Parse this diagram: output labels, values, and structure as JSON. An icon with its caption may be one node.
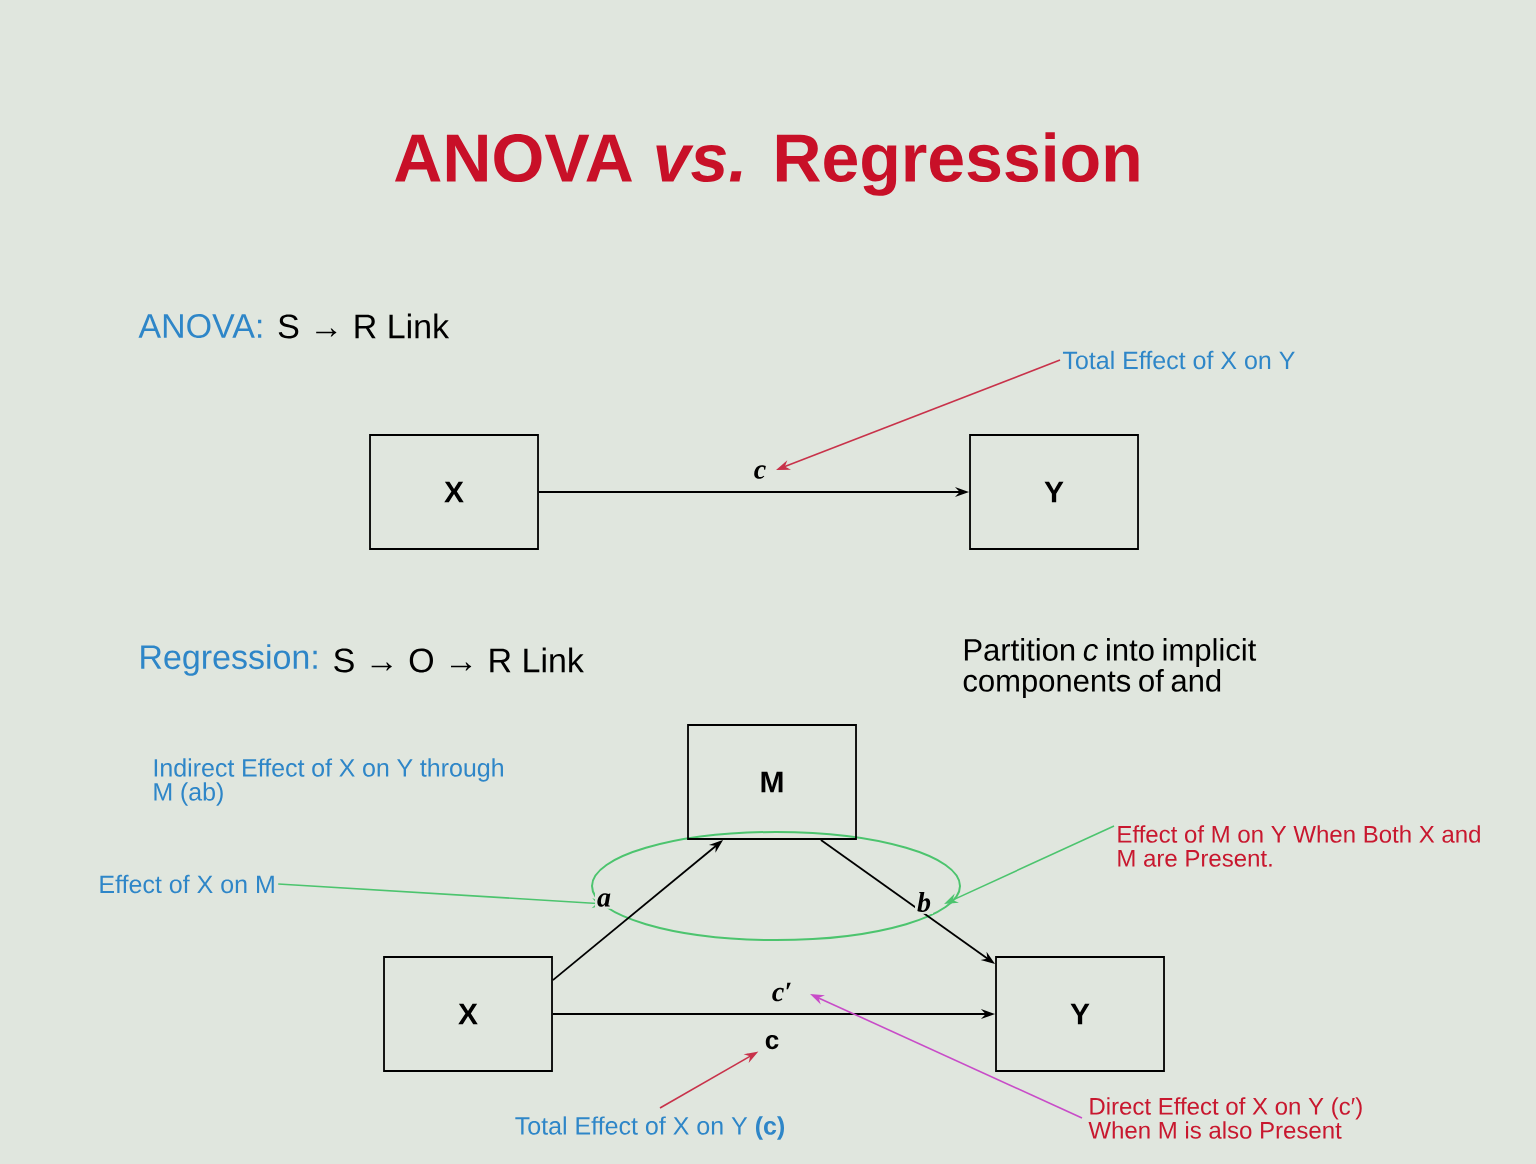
{
  "diagram": {
    "title": "ANOVA *vs.* Regression",
    "nodes": [
      {
        "text": [
          "X"
        ]
      },
      {
        "text": [
          "Y"
        ]
      },
      {
        "text": [
          "Total Effect of X on Y"
        ]
      },
      {
        "text": [
          "M"
        ]
      },
      {
        "text": [
          "X"
        ]
      },
      {
        "text": [
          "Y"
        ]
      },
      {
        "text": [
          "Effect of X on M"
        ]
      },
      {
        "text": [
          "Effect of M on Y When Both X and M are Present."
        ]
      },
      {
        "text": [
          "Direct Effect of X on Y (c′) When M is also Present"
        ]
      },
      {
        "text": [
          "Total Effect of X on Y **(c)**"
        ]
      },
      {
        "text": [
          "c"
        ]
      }
    ],
    "edges": [
      {
        "from": 0,
        "to": 1,
        "arrow": "to",
        "label": "c"
      },
      {
        "from": 2,
        "to": null,
        "arrow": "to",
        "color": "#c8324a"
      },
      {
        "from": 4,
        "to": 3,
        "arrow": "to",
        "label": "a"
      },
      {
        "from": 3,
        "to": 5,
        "arrow": "to",
        "label": "b"
      },
      {
        "from": 4,
        "to": 5,
        "arrow": "to",
        "label": "c′"
      },
      {
        "from": 6,
        "to": null,
        "arrow": "to",
        "color": "#4cc46e"
      },
      {
        "from": 7,
        "to": null,
        "arrow": "to",
        "color": "#4cc46e"
      },
      {
        "from": 8,
        "to": null,
        "arrow": "to",
        "color": "#c84cc8"
      },
      {
        "from": 9,
        "to": 10,
        "arrow": "to",
        "color": "#c8324a"
      }
    ],
    "labels": [
      "ANOVA:",
      "S → R Link",
      "Regression:",
      "S → O → R Link",
      "Partition *c* into implicit components of and",
      "Indirect Effect of X on Y through M (ab)"
    ]
  }
}
